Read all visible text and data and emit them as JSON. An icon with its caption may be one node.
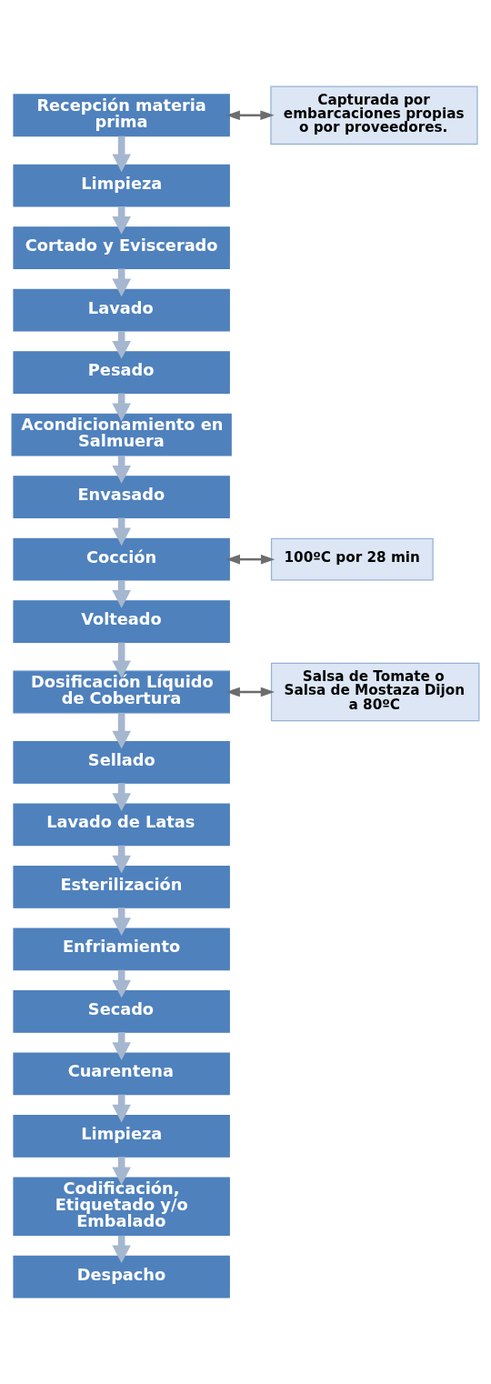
{
  "diagram": {
    "nodes": [
      {
        "text": [
          "Recepción materia prima"
        ]
      },
      {
        "text": [
          "Capturada por embarcaciones propias o por proveedores."
        ]
      },
      {
        "text": [
          "Limpieza"
        ]
      },
      {
        "text": [
          "Cortado y Eviscerado"
        ]
      },
      {
        "text": [
          "Lavado"
        ]
      },
      {
        "text": [
          "Pesado"
        ]
      },
      {
        "text": [
          "Acondicionamiento en Salmuera"
        ]
      },
      {
        "text": [
          "Envasado"
        ]
      },
      {
        "text": [
          "Cocción"
        ]
      },
      {
        "text": [
          "100ºC por 28 min"
        ]
      },
      {
        "text": [
          "Volteado"
        ]
      },
      {
        "text": [
          "Dosificación Líquido de Cobertura"
        ]
      },
      {
        "text": [
          "Salsa de Tomate o Salsa de Mostaza Dijon a 80ºC"
        ]
      },
      {
        "text": [
          "Sellado"
        ]
      },
      {
        "text": [
          "Lavado de Latas"
        ]
      },
      {
        "text": [
          "Esterilización"
        ]
      },
      {
        "text": [
          "Enfriamiento"
        ]
      },
      {
        "text": [
          "Secado"
        ]
      },
      {
        "text": [
          "Cuarentena"
        ]
      },
      {
        "text": [
          "Limpieza"
        ]
      },
      {
        "text": [
          "Codificación, Etiquetado y/o Embalado"
        ]
      },
      {
        "text": [
          "Despacho"
        ]
      }
    ],
    "edges": [
      {
        "from": 0,
        "to": 1,
        "arrow": "both",
        "color": "#6d6d6d"
      },
      {
        "from": 0,
        "to": 2,
        "arrow": "to"
      },
      {
        "from": 2,
        "to": 3,
        "arrow": "to"
      },
      {
        "from": 3,
        "to": 4,
        "arrow": "to"
      },
      {
        "from": 4,
        "to": 5,
        "arrow": "to"
      },
      {
        "from": 5,
        "to": 6,
        "arrow": "to"
      },
      {
        "from": 6,
        "to": 7,
        "arrow": "to"
      },
      {
        "from": 7,
        "to": 8,
        "arrow": "to"
      },
      {
        "from": 8,
        "to": 9,
        "arrow": "both",
        "color": "#6d6d6d"
      },
      {
        "from": 8,
        "to": 10,
        "arrow": "to"
      },
      {
        "from": 10,
        "to": 11,
        "arrow": "to"
      },
      {
        "from": 11,
        "to": 12,
        "arrow": "both",
        "color": "#6d6d6d"
      },
      {
        "from": 11,
        "to": 13,
        "arrow": "to"
      },
      {
        "from": 13,
        "to": 14,
        "arrow": "to"
      },
      {
        "from": 14,
        "to": 15,
        "arrow": "to"
      },
      {
        "from": 15,
        "to": 16,
        "arrow": "to"
      },
      {
        "from": 16,
        "to": 17,
        "arrow": "to"
      },
      {
        "from": 17,
        "to": 18,
        "arrow": "to"
      },
      {
        "from": 18,
        "to": 19,
        "arrow": "to"
      },
      {
        "from": 19,
        "to": 20,
        "arrow": "to"
      },
      {
        "from": 20,
        "to": 21,
        "arrow": "to"
      }
    ]
  }
}
